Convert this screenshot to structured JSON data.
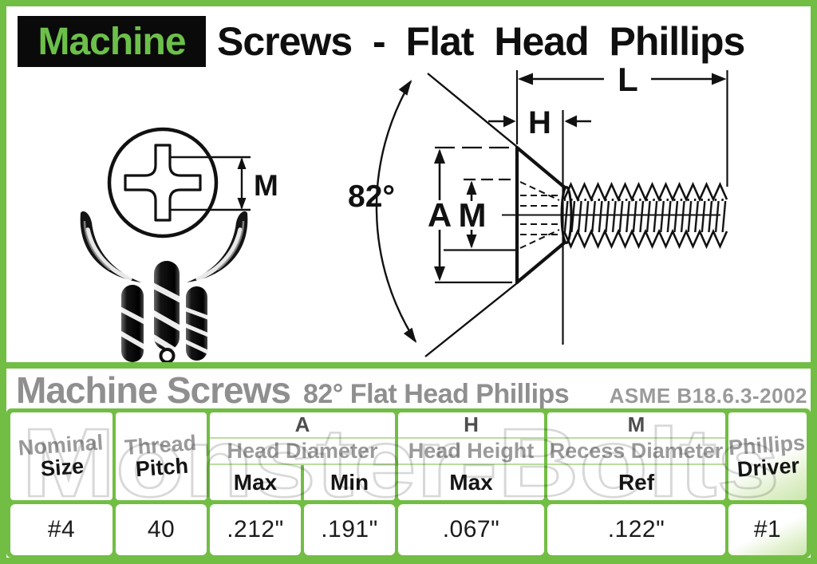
{
  "header": {
    "brand_word": "Machine",
    "title_rest": "Screws - Flat Head Phillips"
  },
  "section_bar": {
    "title": "Machine Screws",
    "subtitle": "82° Flat Head Phillips",
    "standard": "ASME B18.6.3-2002"
  },
  "watermark_text": "Monster-Bolts",
  "diagram": {
    "top_view": {
      "recess_diameter_label": "M"
    },
    "side_view": {
      "angle_label": "82°",
      "length_label": "L",
      "head_height_label": "H",
      "head_diameter_label": "A",
      "recess_diameter_label": "M"
    }
  },
  "table": {
    "header": {
      "nominal_size": {
        "line1": "Nominal",
        "line2": "Size"
      },
      "thread_pitch": {
        "line1": "Thread",
        "line2": "Pitch"
      },
      "head_diameter": {
        "letter": "A",
        "name": "Head Diameter",
        "sub_max": "Max",
        "sub_min": "Min"
      },
      "head_height": {
        "letter": "H",
        "name": "Head Height",
        "sub": "Max"
      },
      "recess_diameter": {
        "letter": "M",
        "name": "Recess Diameter",
        "sub": "Ref"
      },
      "phillips_driver": {
        "line1": "Phillips",
        "line2": "Driver"
      }
    },
    "row": {
      "nominal_size": "#4",
      "thread_pitch": "40",
      "head_diameter_max": ".212\"",
      "head_diameter_min": ".191\"",
      "head_height_max": ".067\"",
      "recess_diameter_ref": ".122\"",
      "phillips_driver": "#1"
    }
  },
  "colors": {
    "green": "#72BE44",
    "green_text": "#6CC04A",
    "light_green_line": "#BCDDA0",
    "gray_text": "#9a9a9a",
    "dark_letter": "#4d4d4d",
    "black_text": "#151515",
    "watermark_gray": "#D8D8D8"
  }
}
